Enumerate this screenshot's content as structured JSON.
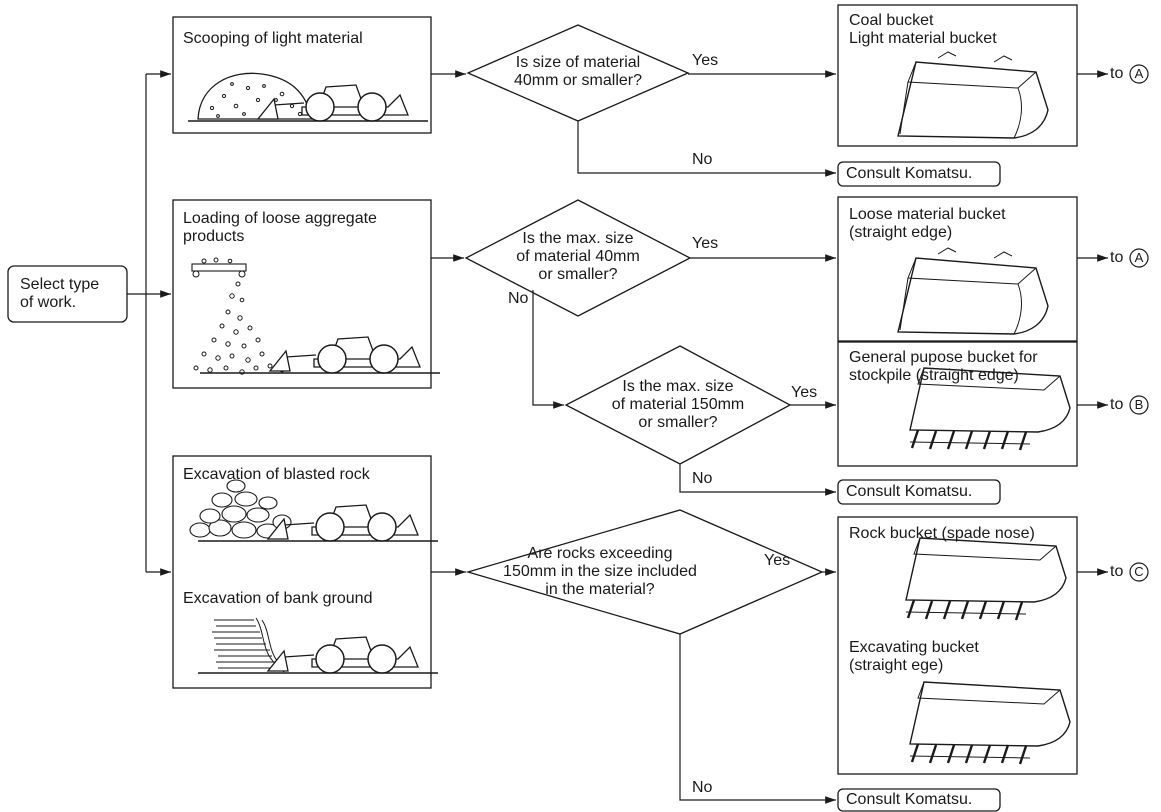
{
  "start": {
    "line1": "Select type",
    "line2": "of work."
  },
  "work_types": {
    "light": "Scooping of light material",
    "loose_line1": "Loading of loose aggregate",
    "loose_line2": "products",
    "blasted": "Excavation of blasted rock",
    "bank": "Excavation of bank ground"
  },
  "decisions": {
    "d1": {
      "line1": "Is  size of  material",
      "line2": "40mm or smaller?"
    },
    "d2": {
      "line1": "Is the max. size",
      "line2": "of material 40mm",
      "line3": "or smaller?"
    },
    "d3": {
      "line1": "Is the max. size",
      "line2": "of material 150mm",
      "line3": "or smaller?"
    },
    "d4": {
      "line1": "Are rocks exceeding",
      "line2": "150mm in the size included",
      "line3": "in the material?"
    }
  },
  "answers": {
    "yes": "Yes",
    "no": "No"
  },
  "buckets": {
    "coal_line1": "Coal bucket",
    "coal_line2": "Light material bucket",
    "loose_line1": "Loose material bucket",
    "loose_line2": "(straight edge)",
    "gp_line1": "General pupose bucket for",
    "gp_line2": "stockpile (straight edge)",
    "rock": "Rock bucket (spade nose)",
    "excav_line1": "Excavating bucket",
    "excav_line2": "(straight ege)"
  },
  "consult": "Consult Komatsu.",
  "destinations": {
    "to_a": "to",
    "to_b": "to",
    "to_c": "to",
    "a": "A",
    "b": "B",
    "c": "C"
  }
}
